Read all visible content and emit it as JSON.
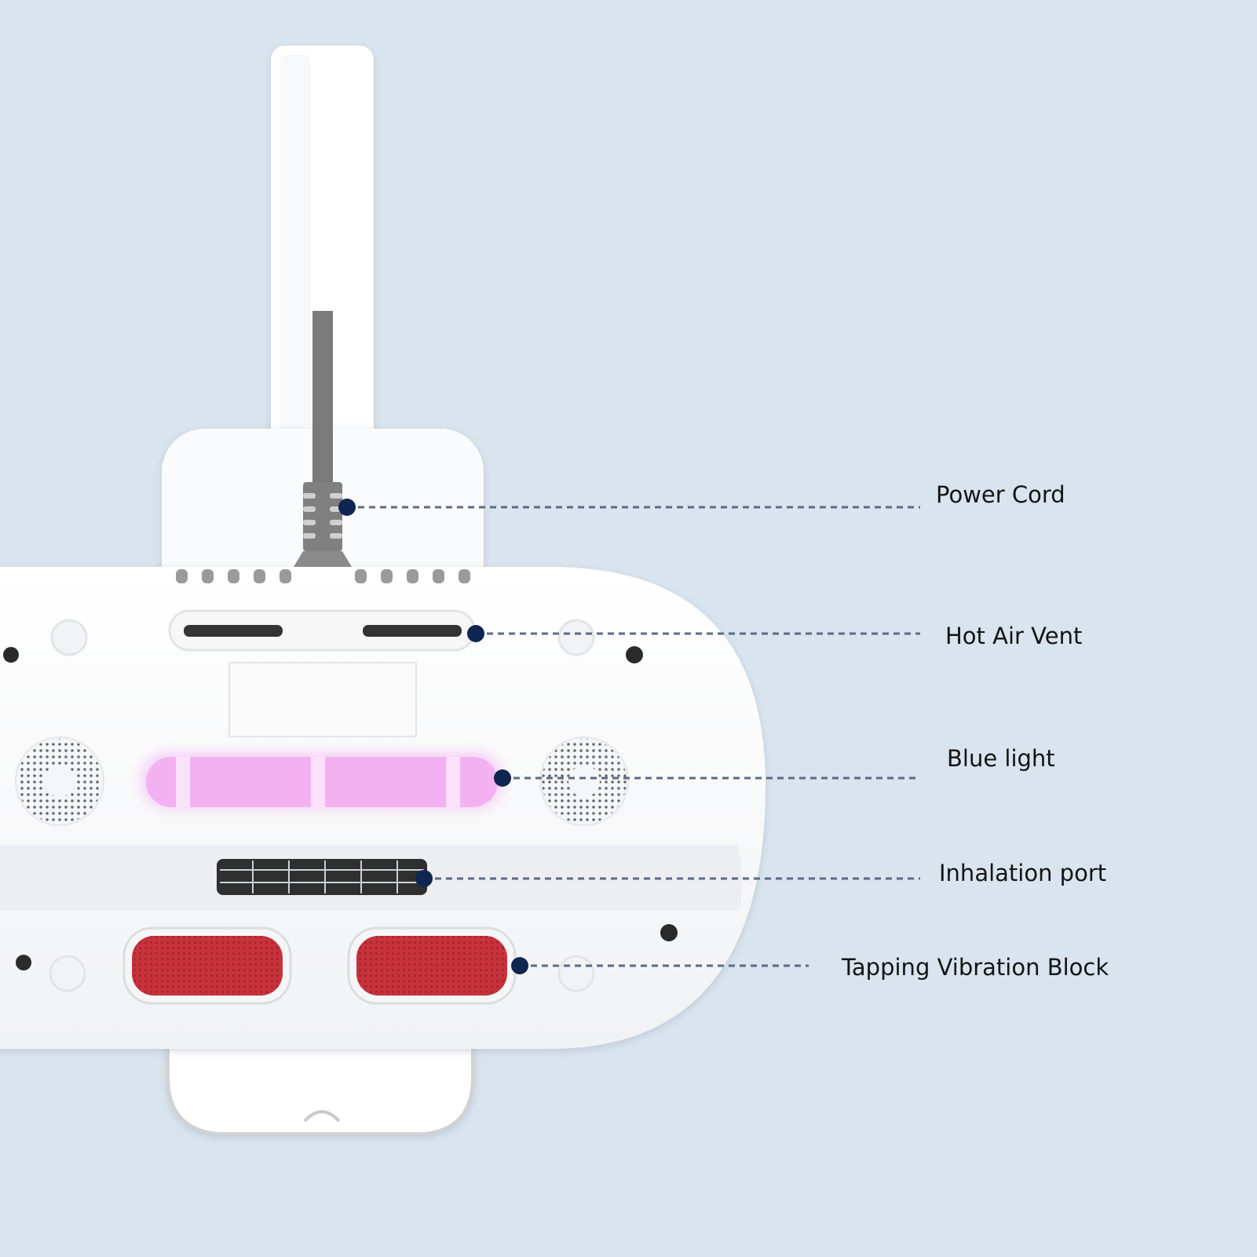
{
  "colors": {
    "background": "#d9e4ee",
    "body": "#ffffff",
    "leader": "#5c6a85",
    "marker": "#0e2650",
    "uv_light": "#f1a6ef",
    "tapping_block": "#c8323b"
  },
  "callouts": [
    {
      "id": "power-cord",
      "label": "Power Cord"
    },
    {
      "id": "hot-air-vent",
      "label": "Hot Air Vent"
    },
    {
      "id": "blue-light",
      "label": "Blue light"
    },
    {
      "id": "inhalation-port",
      "label": "Inhalation port"
    },
    {
      "id": "tapping-vibration-block",
      "label": "Tapping Vibration Block"
    }
  ]
}
